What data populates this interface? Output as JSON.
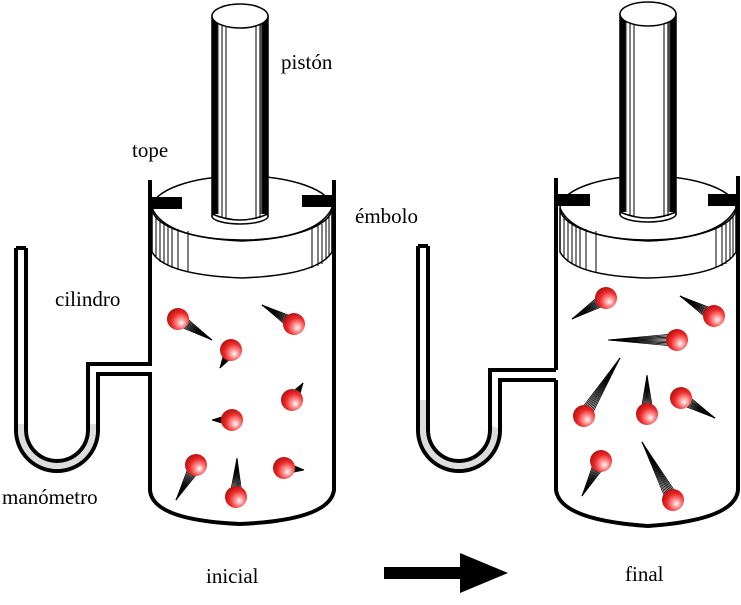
{
  "diagram": {
    "title": "Gas compression in a piston-cylinder with manometer",
    "labels": {
      "piston": "pistón",
      "stop": "tope",
      "plunger": "émbolo",
      "cylinder": "cilindro",
      "manometer": "manómetro",
      "initial": "inicial",
      "final": "final"
    },
    "states": [
      {
        "name": "inicial",
        "molecule_count": 8,
        "plunger_position": "up, resting against stops",
        "manometer_fluid": "level in both arms (equal)"
      },
      {
        "name": "final",
        "molecule_count": 8,
        "plunger_position": "same as initial, against stops",
        "manometer_fluid": "higher in left arm (pressure increased)",
        "molecule_speed": "faster (longer motion trails)"
      }
    ],
    "arrow": "right-arrow from inicial to final",
    "colors": {
      "molecule": "#e8202a",
      "molecule_highlight": "#ffffff",
      "manometer_fluid": "#dddddd",
      "outline": "#000000"
    }
  }
}
